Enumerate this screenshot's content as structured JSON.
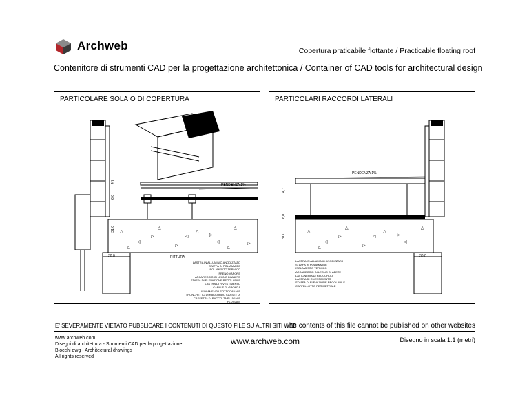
{
  "brand": {
    "name": "Archweb"
  },
  "header": {
    "subtitle": "Copertura praticabile flottante  /  Practicable floating roof",
    "container": "Contenitore di strumenti CAD per la progettazione architettonica  /  Container of CAD tools for architectural design"
  },
  "panels": {
    "left": {
      "title": "PARTICOLARE SOLAIO DI COPERTURA",
      "slope_label": "PENDENZA 1%",
      "dims": [
        "4,7",
        "6,0",
        "31,0",
        "30,0"
      ],
      "pittura": "PITTURA",
      "legend": [
        "LASTRA IN ALLUMINIO ANODIZZATO",
        "STAFFA IN POLIAMMIDE",
        "ISOLAMENTO TERMICO",
        "FRENO VAPORE",
        "ARCARECCIO IN LEGNO DI ABETE",
        "STAFFA DI ELEVAZIONE REGOLABILE",
        "LASTRA DI RIVESTIMENTO",
        "CANALE DI GRONDA",
        "ISOLAMENTO SOTTOCANALE",
        "TRONCHETTO DI RACCORDO CASSETTA",
        "CASSETTA DI RACCOLTA PLUVIALE",
        "PLUVIALE"
      ]
    },
    "right": {
      "title": "PARTICOLARI RACCORDI LATERALI",
      "slope_label": "PENDENZA 1%",
      "dims": [
        "4,7",
        "6,0",
        "31,0",
        "30,0"
      ],
      "legend": [
        "LASTRA IN ALLUMINIO ANODIZZATO",
        "STAFFA IN POLIAMMIDE",
        "ISOLAMENTO TERMICO",
        "ARCARECCIO IN LEGNO DI ABETE",
        "LATTONERIA DI RACCORDO",
        "LASTRA DI RIVESTIMENTO",
        "STAFFA DI ELEVAZIONE REGOLABILE",
        "CAPPELLOTTO PERIMETRALE"
      ]
    }
  },
  "footer": {
    "warning_it": "E' SEVERAMENTE VIETATO PUBBLICARE I CONTENUTI DI QUESTO FILE SU ALTRI SITI WEB",
    "warning_en": "The contents of this file cannot be published on other websites",
    "left_lines": [
      "www.archweb.com",
      "Disegni di architettura - Strumenti CAD  per la progettazione",
      "Blocchi dwg - Architectural drawings",
      "All rights reserved"
    ],
    "center": "www.archweb.com",
    "scale": "Disegno in scala 1:1 (metri)"
  },
  "colors": {
    "logo_red": "#b3262b",
    "logo_dark": "#3a3a3a",
    "logo_grey": "#8a8a8a",
    "line": "#000000"
  },
  "icons": {
    "logo": "archweb-cube-icon"
  }
}
